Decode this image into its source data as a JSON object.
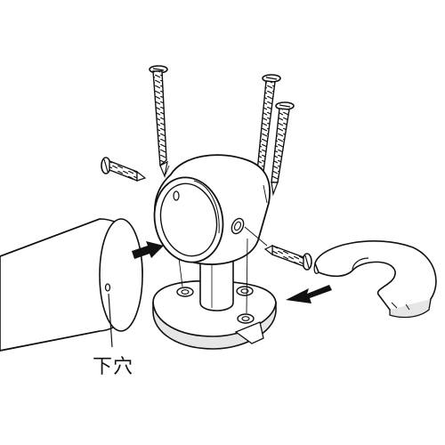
{
  "diagram": {
    "label_hole": "下穴",
    "colors": {
      "line": "#111111",
      "fill": "#ffffff",
      "shade": "#e6e6e6",
      "arrow": "#111111"
    },
    "parts": [
      "pipe",
      "socket-bracket",
      "base-plate",
      "wood-screw-top-left",
      "wood-screw-top-right-1",
      "wood-screw-top-right-2",
      "side-screw-left",
      "side-screw-right",
      "cover-plate"
    ]
  }
}
